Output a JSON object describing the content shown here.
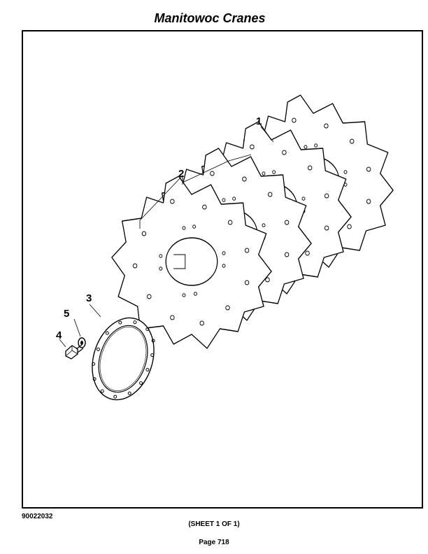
{
  "header": {
    "title": "Manitowoc Cranes"
  },
  "diagram": {
    "callouts": {
      "c1": "1",
      "c2": "2",
      "c3": "3",
      "c4": "4",
      "c5": "5"
    }
  },
  "footer": {
    "figure_number": "90022032",
    "sheet": "(SHEET 1 OF 1)",
    "page": "Page 718"
  }
}
